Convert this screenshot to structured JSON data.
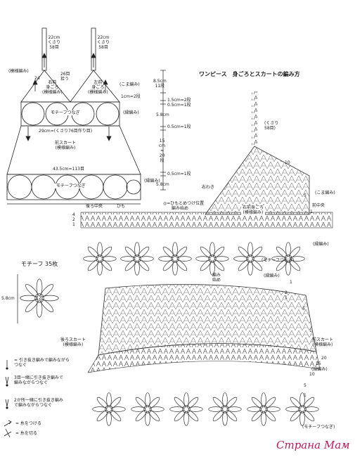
{
  "title": "ワンピース　身ごろとスカートの編み方",
  "top_schematic": {
    "strap_left": [
      "22cm",
      "くさり",
      "58目"
    ],
    "strap_right": [
      "22cm",
      "くさり",
      "58目"
    ],
    "shaping_left": "(模様編み)",
    "increase": [
      "26目",
      "拾う"
    ],
    "small_num": "24",
    "front_right": [
      "右前",
      "身ごろ",
      "(模様編み)"
    ],
    "front_left": [
      "左前",
      "身ごろ",
      "(模様編み)"
    ],
    "koma": "(こま編み)",
    "edge_1cm": "1cm=2段",
    "motif_band_top": "モチーフつなぎ",
    "border_right": "(縁編み)",
    "waist": "29cm=(くさり76目作り目)",
    "skirt_title": [
      "前スカート",
      "(模様編み)"
    ],
    "hem_width": "43.5cm=113目",
    "motif_band_bottom": "モチーフつなぎ",
    "hem_edge": "(縁編み)"
  },
  "dims": {
    "d1": [
      "8.5cm",
      "11段"
    ],
    "d2": "1.5cm=2段",
    "d3": "0.5cm=1段",
    "d4": "5.8cm",
    "d5": "0.5cm=1段",
    "d6": [
      "15",
      "cm",
      "=",
      "20",
      "段"
    ],
    "d7": "0.5cm=1段",
    "d8": "5.8cm"
  },
  "chart": {
    "strap_chain": [
      "(くさり",
      "58目)"
    ],
    "right_waki": "右わき",
    "himo_note": [
      "◎=ひもとめつけ位置",
      "編み始め"
    ],
    "back_center": "後ろ中央",
    "himo": "ひも",
    "bodice": [
      "右前身ごろ",
      "(模様編み)"
    ],
    "front_center": "前中央",
    "koma": "(こま編み)",
    "border_a": "(縁編み)",
    "motif_conn_a": "(モチーフつなぎ)",
    "start_mark": [
      "編み",
      "始め"
    ],
    "border_b": "(縁編み)",
    "back_skirt": [
      "後ろスカート",
      "(模様編み)"
    ],
    "front_skirt": [
      "前スカート",
      "(模様編み)"
    ],
    "border_c": "(縁編み)",
    "motif_conn_b": "(モチーフつなぎ)",
    "rows": [
      "10",
      "5",
      "1",
      "4",
      "2",
      "1",
      "1",
      "5",
      "1",
      "2",
      "1",
      "20",
      "15",
      "10",
      "5",
      "1"
    ]
  },
  "motif": {
    "title": "モチーフ",
    "count": "35枚",
    "size": "5.8cm",
    "center": "12"
  },
  "legend": [
    "= 引き抜き編みで編みながらつなぐ",
    "3目一緒に引き抜き編みで編みながらつなぐ",
    "2か所一緒に引き抜き編みで編みながらつなぐ",
    "= 糸をつける",
    "= 糸を切る"
  ],
  "watermark": "Страна Мам"
}
